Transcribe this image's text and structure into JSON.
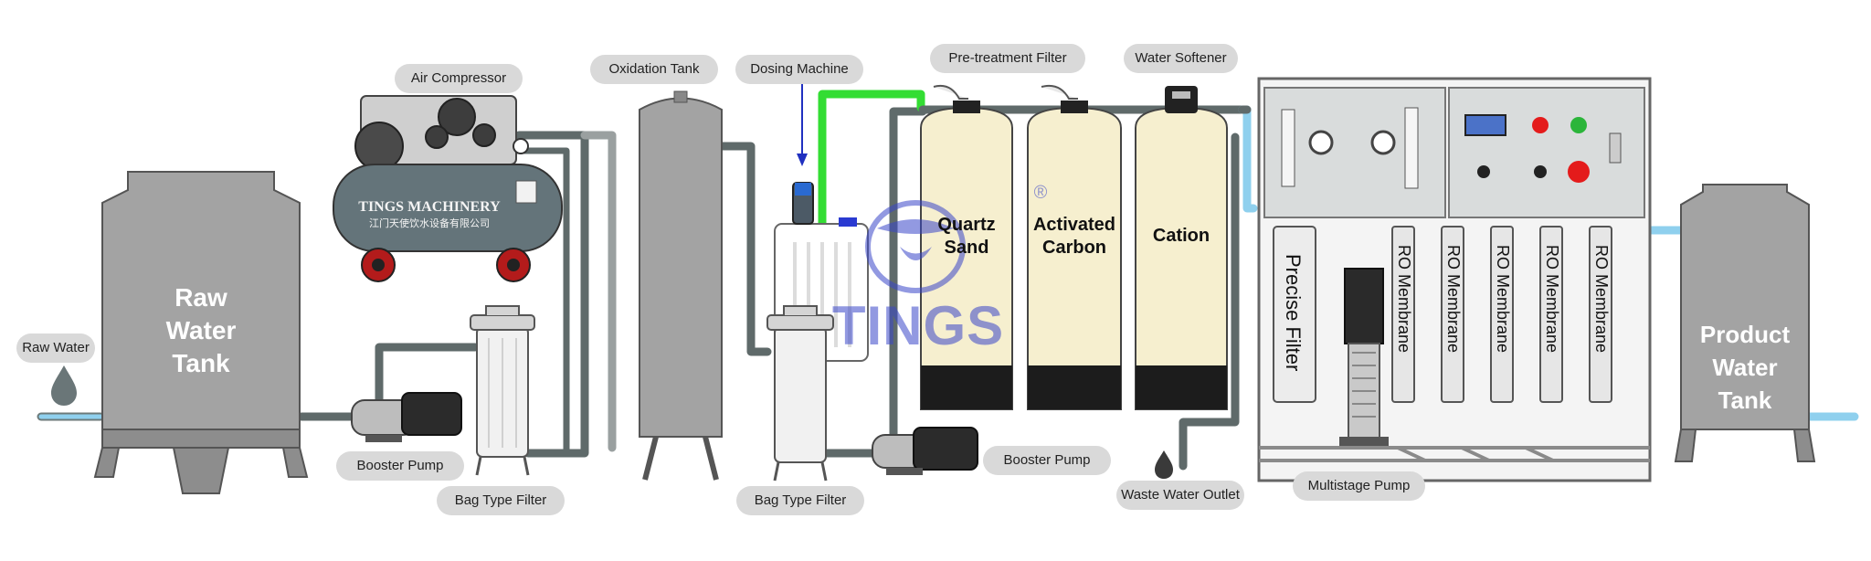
{
  "labels": {
    "raw_water": "Raw Water",
    "air_compressor": "Air Compressor",
    "oxidation_tank": "Oxidation Tank",
    "dosing_machine": "Dosing Machine",
    "pretreatment_filter": "Pre-treatment Filter",
    "water_softener": "Water Softener",
    "booster_pump_1": "Booster Pump",
    "bag_filter_1": "Bag Type Filter",
    "bag_filter_2": "Bag Type Filter",
    "booster_pump_2": "Booster Pump",
    "waste_water_outlet": "Waste Water Outlet",
    "multistage_pump": "Multistage Pump"
  },
  "raw_tank": {
    "line1": "Raw",
    "line2": "Water",
    "line3": "Tank"
  },
  "product_tank": {
    "line1": "Product",
    "line2": "Water",
    "line3": "Tank"
  },
  "vessels": [
    {
      "line1": "Quartz",
      "line2": "Sand"
    },
    {
      "line1": "Activated",
      "line2": "Carbon"
    },
    {
      "line1": "Cation",
      "line2": ""
    }
  ],
  "ro": {
    "precise_filter": "Precise Filter",
    "membranes": [
      "RO Membrane",
      "RO Membrane",
      "RO Membrane",
      "RO Membrane",
      "RO Membrane"
    ]
  },
  "compressor": {
    "brand": "TINGS MACHINERY",
    "subtitle": "江门天使饮水设备有限公司"
  },
  "logo": {
    "text": "TINGS",
    "mark": "®"
  },
  "colors": {
    "tank_gray": "#a3a3a3",
    "pipe_dark": "#5f6a6a",
    "pipe_blue": "#7fc8e8",
    "pipe_green": "#33dd33",
    "vessel_cream": "#f6efcf",
    "label_bg": "#d9d9d9",
    "logo_blue": "#3a46c9"
  }
}
